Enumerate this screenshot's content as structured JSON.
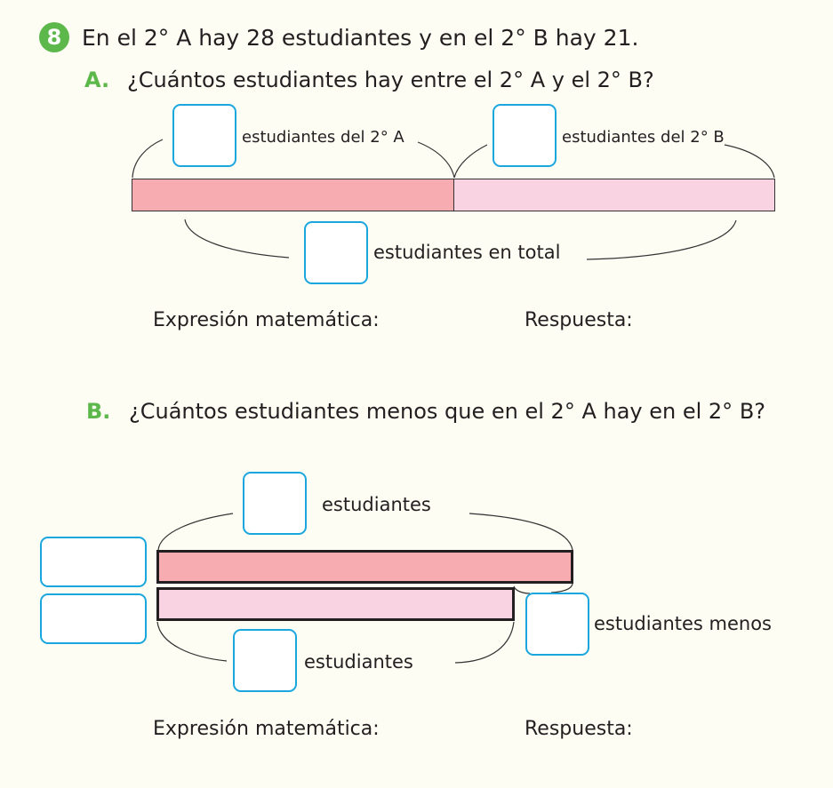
{
  "problem_number": "8",
  "statement": "En el 2° A hay 28 estudiantes y en el 2° B hay 21.",
  "part_a": {
    "letter": "A.",
    "question": "¿Cuántos estudiantes hay entre el 2° A y el 2° B?",
    "label_a": "estudiantes del 2° A",
    "label_b": "estudiantes del 2° B",
    "label_total": "estudiantes en total",
    "expression_label": "Expresión matemática:",
    "answer_label": "Respuesta:"
  },
  "part_b": {
    "letter": "B.",
    "question": "¿Cuántos estudiantes menos que en el 2° A hay en el 2° B?",
    "label_top": "estudiantes",
    "label_bottom": "estudiantes",
    "label_diff": "estudiantes menos",
    "expression_label": "Expresión matemática:",
    "answer_label": "Respuesta:"
  },
  "colors": {
    "green": "#5cb84a",
    "box_border": "#1aa7e0",
    "bar_red": "#f6acb0",
    "bar_pink": "#f9d3e2"
  }
}
